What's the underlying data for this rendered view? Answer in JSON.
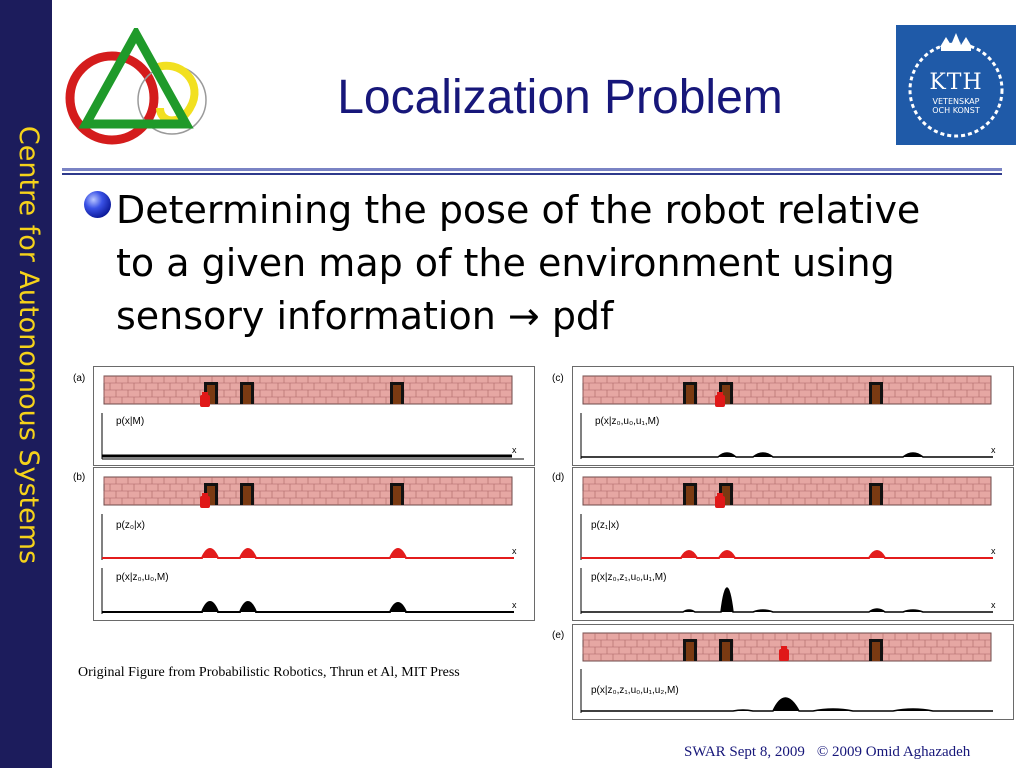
{
  "sidebar": {
    "label": "Centre for Autonomous Systems"
  },
  "logo_right": {
    "name": "KTH",
    "sub1": "VETENSKAP",
    "sub2": "OCH KONST"
  },
  "slide": {
    "title": "Localization Problem",
    "bullet": {
      "line1": "Determining the pose of the robot relative",
      "line2": "to a given map of the environment using",
      "line3": "sensory information → pdf"
    }
  },
  "figure": {
    "panels": [
      {
        "letter": "(a)",
        "plots": [
          "p(x|M)"
        ]
      },
      {
        "letter": "(b)",
        "plots": [
          "p(z₀|x)",
          "p(x|z₀,u₀,M)"
        ]
      },
      {
        "letter": "(c)",
        "plots": [
          "p(x|z₀,u₀,u₁,M)"
        ]
      },
      {
        "letter": "(d)",
        "plots": [
          "p(z₁|x)",
          "p(x|z₀,z₁,u₀,u₁,M)"
        ]
      },
      {
        "letter": "(e)",
        "plots": [
          "p(x|z₀,z₁,u₀,u₁,u₂,M)"
        ]
      }
    ],
    "axis_label": "x",
    "caption": "Original Figure from Probabilistic Robotics, Thrun et Al, MIT Press"
  },
  "footer": {
    "event": "SWAR Sept 8, 2009",
    "copyright": "© 2009 Omid Aghazadeh"
  },
  "colors": {
    "title": "#17177a",
    "sidebar": "#1c1c5c",
    "sidebar_text": "#f5d21a",
    "brick": "#e6a7a3",
    "door": "#7a3a12",
    "robot": "#e01818",
    "kth_blue": "#1f5aa8"
  }
}
